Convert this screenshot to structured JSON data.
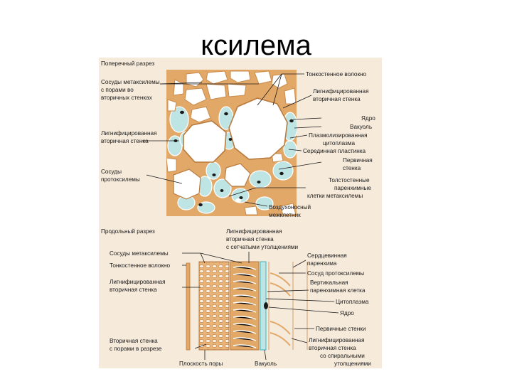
{
  "title": "ксилема",
  "colors": {
    "panel_bg": "#f6eadb",
    "wall": "#e2a868",
    "wall_dark": "#b97a3e",
    "lumen": "#ffffff",
    "cytoplasm": "#bfe4e4",
    "nucleus": "#1a1a1a",
    "vacuole_stripe": "#35b8c8"
  },
  "cross_section": {
    "heading": "Поперечный разрез",
    "labels": {
      "metaxylem_vessels": [
        "Сосуды метаксилемы",
        "с порами во",
        "вторичных стенках"
      ],
      "lignified_wall": [
        "Лигнифицированная",
        "вторичная стенка"
      ],
      "protoxylem_vessels": [
        "Сосуды",
        "протоксилемы"
      ],
      "thin_fiber": "Тонкостенное волокно",
      "lignified_wall_right": [
        "Лигнифицированная",
        "вторичная стенка"
      ],
      "nucleus": "Ядро",
      "vacuole": "Вакуоль",
      "plasmolyzed": [
        "Плазмолизированная",
        "цитоплазма"
      ],
      "middle_lamella": "Серединная пластинка",
      "primary_wall": [
        "Первичная",
        "стенка"
      ],
      "thick_parenchyma": [
        "Толстостенные",
        "паренхимные",
        "клетки метаксилемы"
      ],
      "air_space": [
        "Воздухоносный",
        "межклетник"
      ]
    }
  },
  "longitudinal_section": {
    "heading": "Продольный разрез",
    "labels": {
      "lignified_reticulate": [
        "Лигнифицированная",
        "вторичная стенка",
        "с сетчатыми утолщениями"
      ],
      "metaxylem_vessels": "Сосуды метаксилемы",
      "thin_fiber": "Тонкостенное волокно",
      "lignified_wall": [
        "Лигнифицированная",
        "вторичная стенка"
      ],
      "secondary_wall_pores": [
        "Вторичная стенка",
        "с порами в разрезе"
      ],
      "pore_plane": "Плоскость поры",
      "vacuole": "Вакуоль",
      "pith_parenchyma": [
        "Сердцевинная",
        "паренхима"
      ],
      "protoxylem_vessel": "Сосуд протоксилемы",
      "vertical_parenchyma": [
        "Вертикальная",
        "паренхимная клетка"
      ],
      "cytoplasm": "Цитоплазма",
      "nucleus": "Ядро",
      "primary_walls": "Первичные стенки",
      "lignified_spiral": [
        "Лигнифицированная",
        "вторичная стенка",
        "со спиральными",
        "утолщениями"
      ]
    }
  }
}
